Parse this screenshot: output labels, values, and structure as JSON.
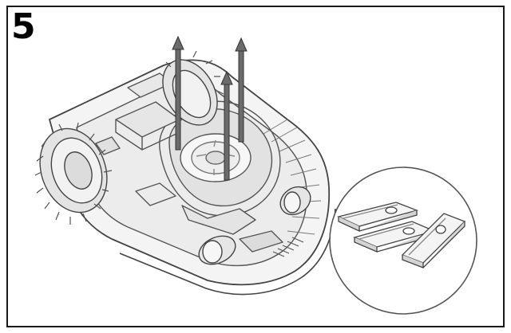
{
  "step": {
    "number": "5"
  },
  "illustration": {
    "subject": "robotic-lawn-mower-underside",
    "detail_view": "replacement-blades",
    "blade_count": 3,
    "arrow_count": 3
  },
  "colors": {
    "frame": "#1a1a1a",
    "line": "#555555",
    "fill_light": "#f2f2f2",
    "fill_mid": "#d8d8d8",
    "arrow": "#6b6b6b"
  }
}
